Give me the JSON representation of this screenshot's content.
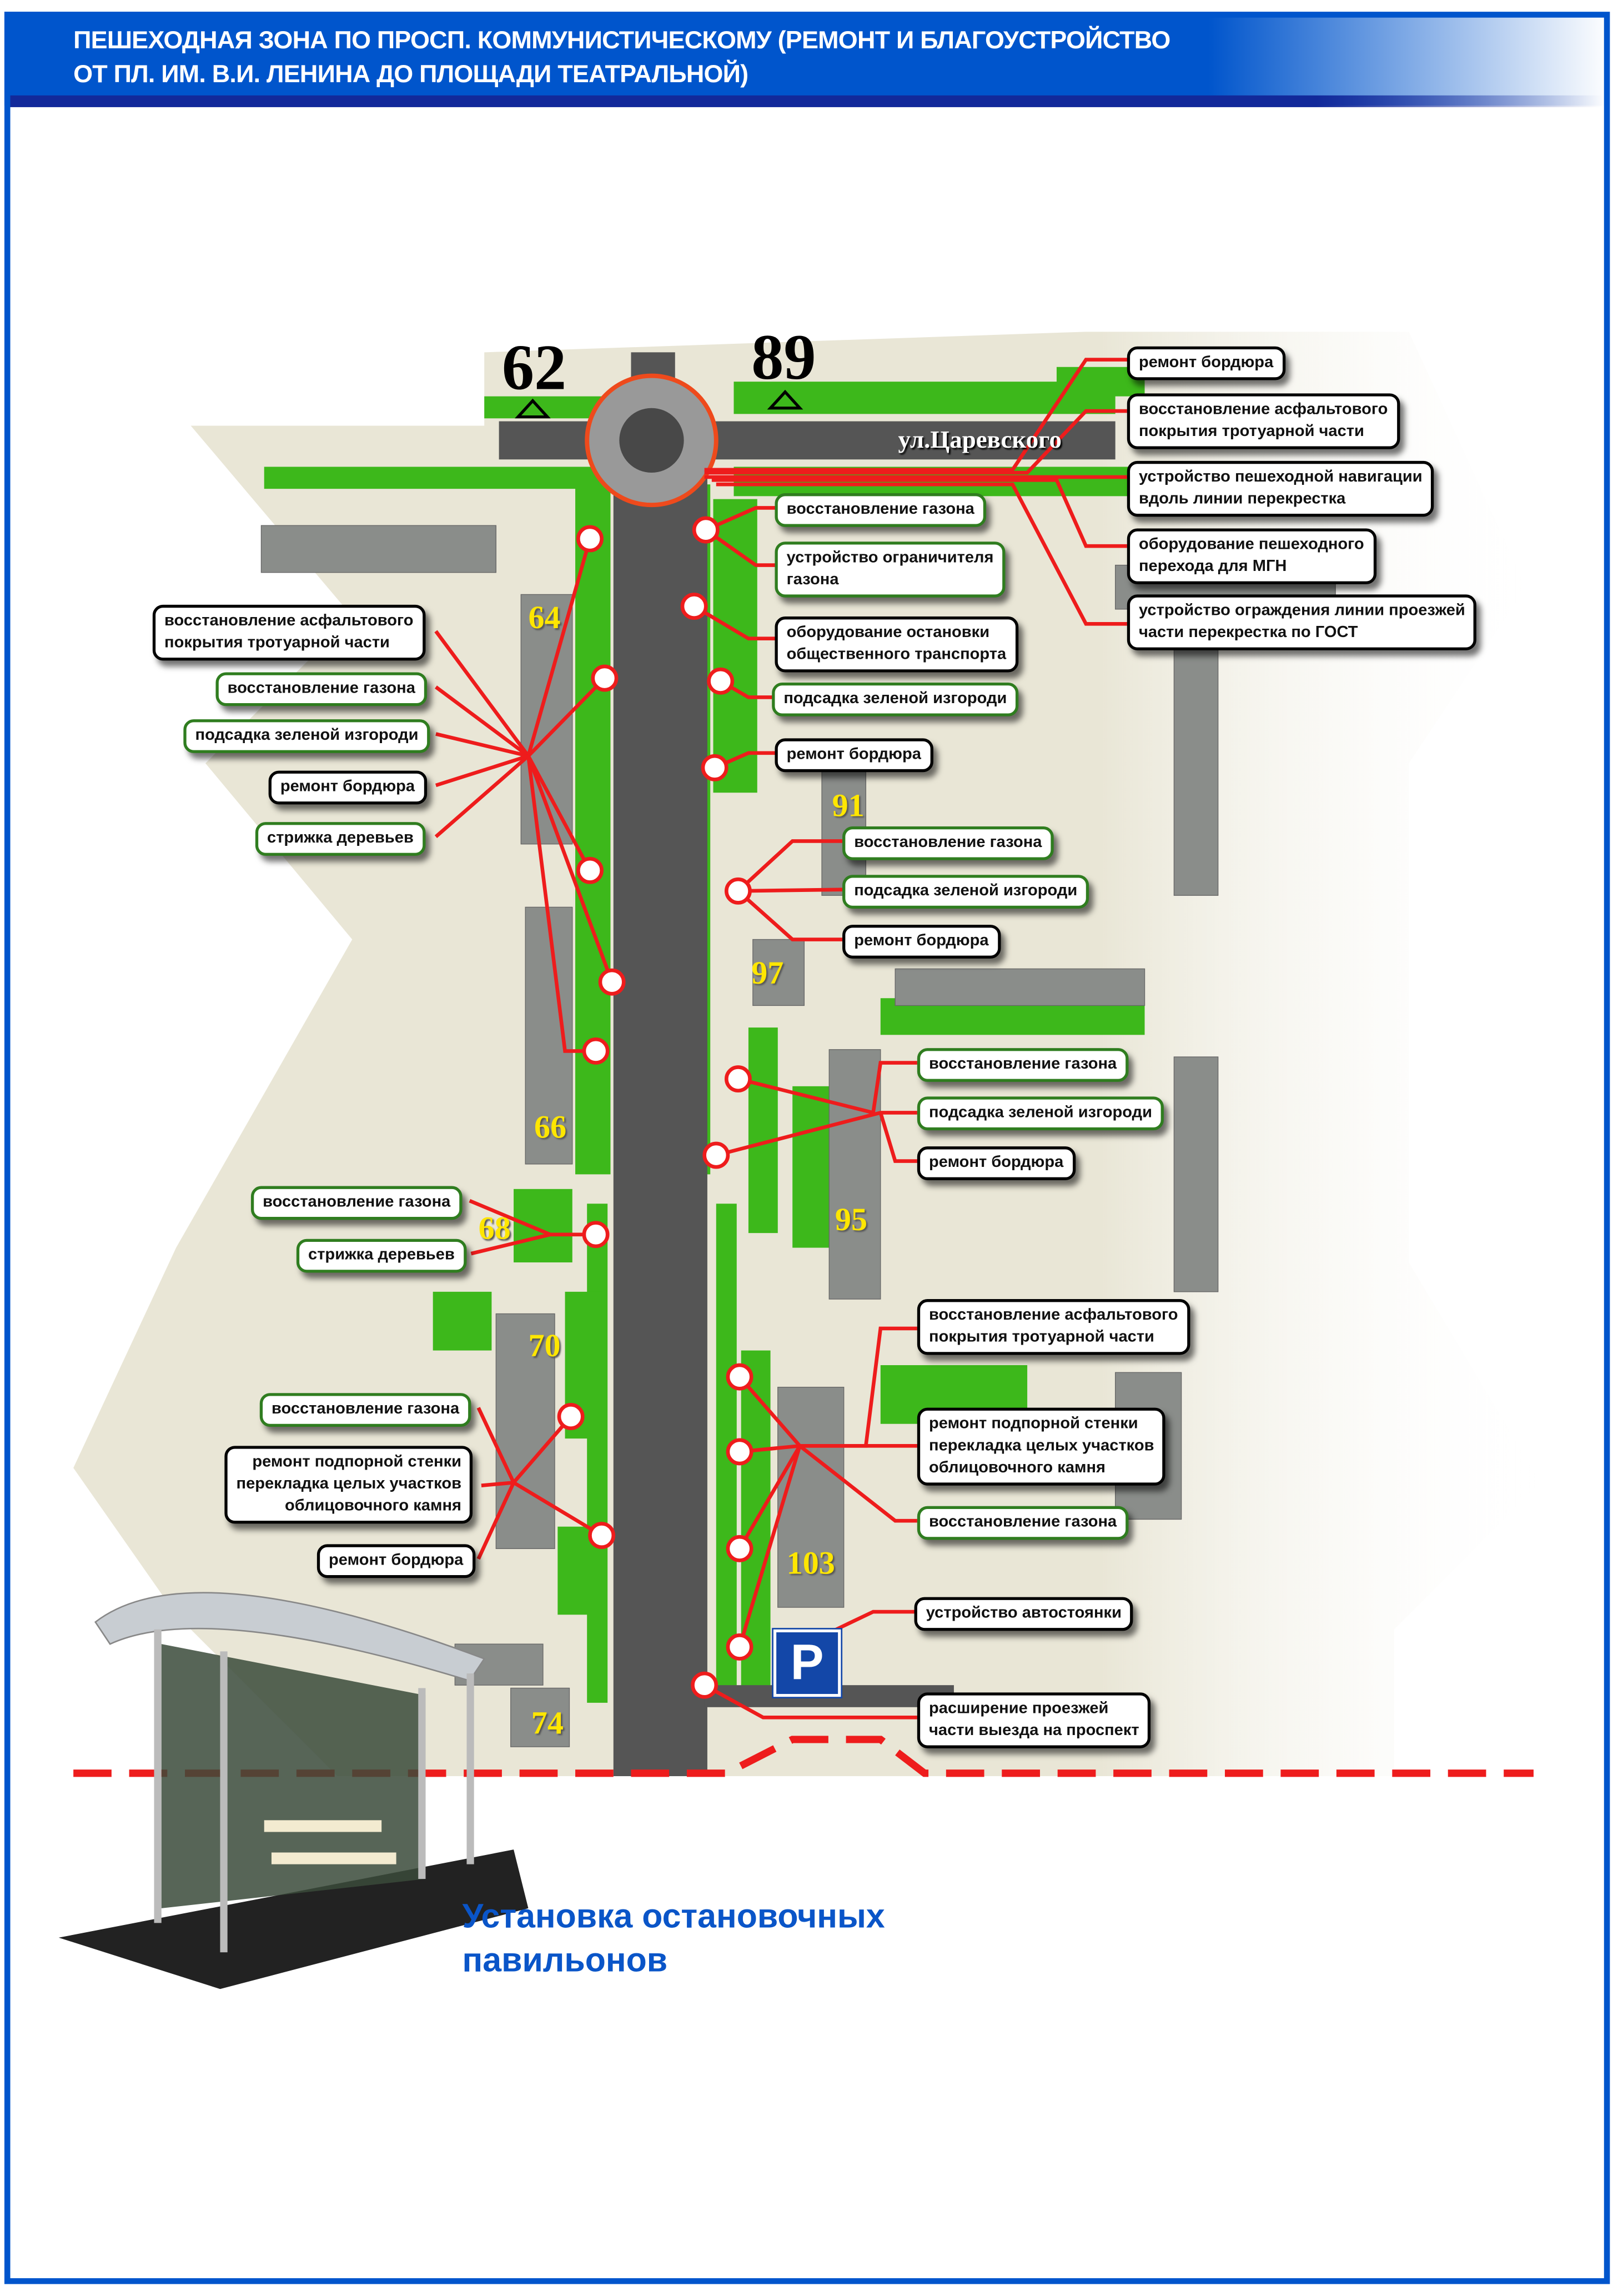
{
  "header": {
    "title": "ПЕШЕХОДНАЯ ЗОНА ПО ПРОСП. КОММУНИСТИЧЕСКОМУ (РЕМОНТ И БЛАГОУСТРОЙСТВО\nОТ ПЛ. ИМ. В.И. ЛЕНИНА ДО ПЛОЩАДИ ТЕАТРАЛЬНОЙ)"
  },
  "map": {
    "street": "ул.Царевского",
    "house_markers": [
      "62",
      "89"
    ],
    "buildings": [
      "64",
      "66",
      "68",
      "70",
      "74",
      "91",
      "97",
      "95",
      "103"
    ],
    "parking_sign": "P",
    "labels": [
      "ремонт бордюра",
      "восстановление асфальтового\nпокрытия тротуарной части",
      "устройство пешеходной навигации\nвдоль линии перекрестка",
      "оборудование пешеходного\nперехода для МГН",
      "устройство ограждения линии проезжей\nчасти перекрестка по ГОСТ",
      "восстановление газона",
      "устройство ограничителя\nгазона",
      "оборудование остановки\nобщественного транспорта",
      "подсадка зеленой изгороди",
      "ремонт бордюра",
      "восстановление газона",
      "подсадка зеленой изгороди",
      "ремонт бордюра",
      "восстановление газона",
      "подсадка зеленой изгороди",
      "ремонт бордюра",
      "восстановление асфальтового\nпокрытия тротуарной части",
      "ремонт подпорной стенки\nперекладка целых участков\nоблицовочного камня",
      "восстановление газона",
      "устройство автостоянки",
      "расширение проезжей\nчасти выезда на проспект",
      "восстановление асфальтового\nпокрытия тротуарной части",
      "восстановление газона",
      "подсадка зеленой изгороди",
      "ремонт бордюра",
      "стрижка деревьев",
      "восстановление газона",
      "стрижка деревьев",
      "восстановление газона",
      "ремонт подпорной стенки\nперекладка целых участков\nоблицовочного камня",
      "ремонт бордюра"
    ]
  },
  "caption": "Установка остановочных\nпавильонов",
  "colors": {
    "brand": "#0055cc",
    "green": "#3db81b",
    "road": "#555555",
    "marker": "#ee1c1c"
  }
}
